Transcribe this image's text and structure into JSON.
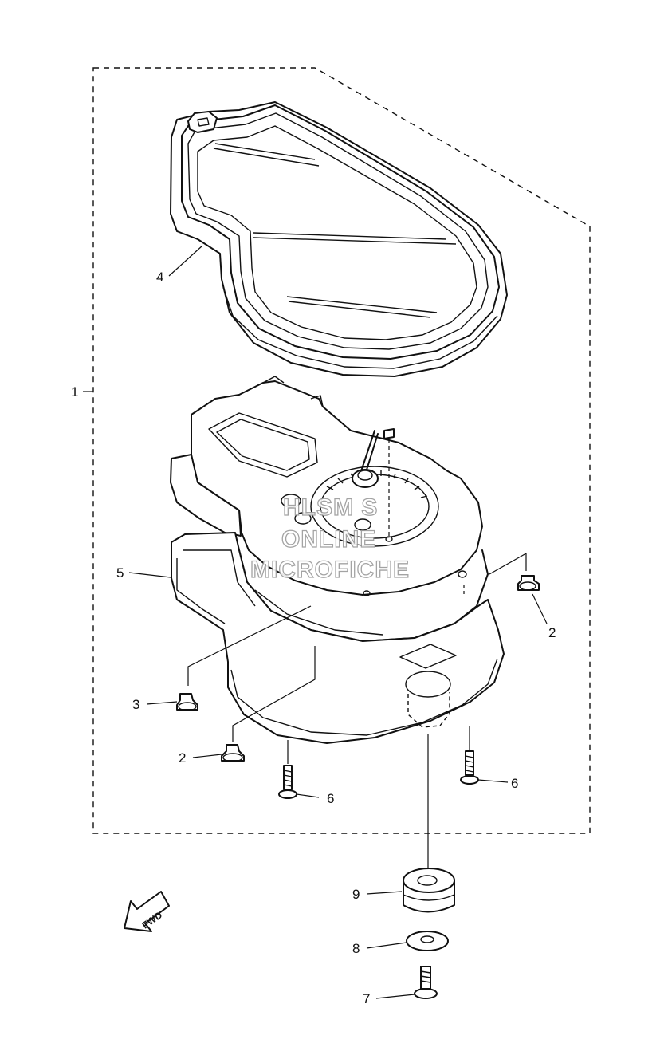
{
  "callouts": {
    "c1": "1",
    "c2a": "2",
    "c2b": "2",
    "c3": "3",
    "c4": "4",
    "c5": "5",
    "c6a": "6",
    "c6b": "6",
    "c7": "7",
    "c8": "8",
    "c9": "9"
  },
  "watermark": {
    "line1": "HLSM S",
    "line2": "ONLINE",
    "line3": "MICROFICHE"
  },
  "fwd_label": "FWD",
  "colors": {
    "line": "#111111",
    "watermark_outline": "#9a9a9a",
    "background": "#ffffff"
  }
}
